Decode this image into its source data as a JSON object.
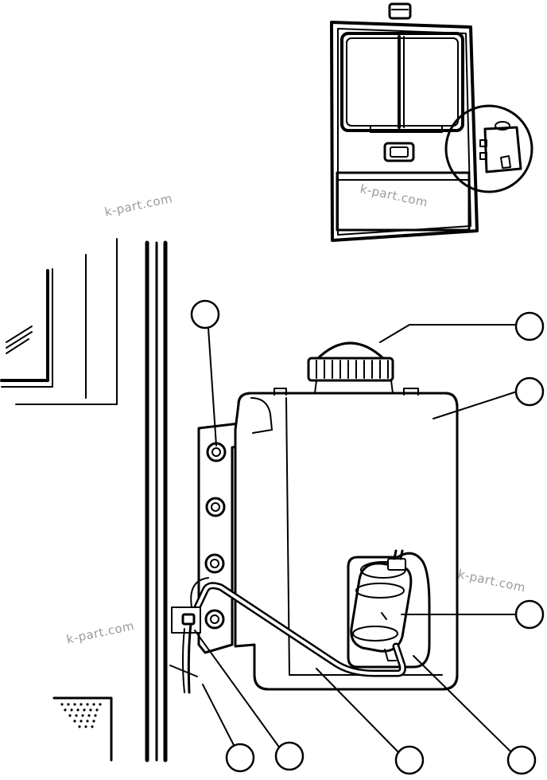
{
  "watermarks": [
    "k-part.com",
    "k-part.com",
    "k-part.com",
    "k-part.com"
  ],
  "callouts": [
    {
      "id": "c1",
      "label": ""
    },
    {
      "id": "c2",
      "label": ""
    },
    {
      "id": "c3",
      "label": ""
    },
    {
      "id": "c4",
      "label": ""
    },
    {
      "id": "c5",
      "label": ""
    },
    {
      "id": "c6",
      "label": ""
    },
    {
      "id": "c7",
      "label": ""
    },
    {
      "id": "c8",
      "label": ""
    }
  ],
  "colors": {
    "line": "#000000",
    "background": "#ffffff",
    "watermark": "#9a9a9a"
  }
}
